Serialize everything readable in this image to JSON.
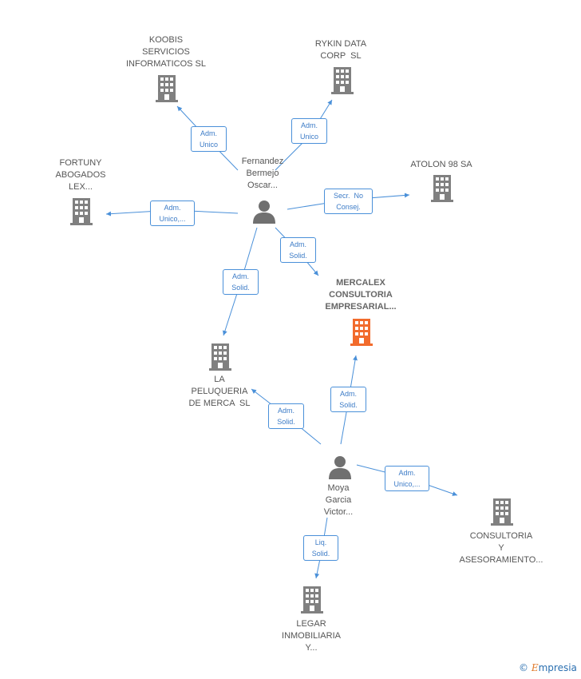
{
  "nodes": {
    "koobis": {
      "label": "KOOBIS\nSERVICIOS\nINFORMATICOS SL",
      "kind": "company"
    },
    "rykin": {
      "label": "RYKIN DATA\nCORP  SL",
      "kind": "company"
    },
    "fortuny": {
      "label": "FORTUNY\nABOGADOS\nLEX...",
      "kind": "company"
    },
    "atolon": {
      "label": "ATOLON 98 SA",
      "kind": "company"
    },
    "fernandez": {
      "label": "Fernandez\nBermejo\nOscar...",
      "kind": "person"
    },
    "mercalex": {
      "label": "MERCALEX\nCONSULTORIA\nEMPRESARIAL...",
      "kind": "company-focus"
    },
    "peluqueria": {
      "label": "LA\nPELUQUERIA\nDE MERCA  SL",
      "kind": "company"
    },
    "moya": {
      "label": "Moya\nGarcia\nVictor...",
      "kind": "person"
    },
    "consultoria": {
      "label": "CONSULTORIA\nY\nASESORAMIENTO...",
      "kind": "company"
    },
    "legar": {
      "label": "LEGAR\nINMOBILIARIA\nY...",
      "kind": "company"
    }
  },
  "edges": {
    "e1": {
      "label": "Adm.\nUnico"
    },
    "e2": {
      "label": "Adm.\nUnico"
    },
    "e3": {
      "label": "Adm.\nUnico,..."
    },
    "e4": {
      "label": "Secr.  No\nConsej."
    },
    "e5": {
      "label": "Adm.\nSolid."
    },
    "e6": {
      "label": "Adm.\nSolid."
    },
    "e7": {
      "label": "Adm.\nSolid."
    },
    "e8": {
      "label": "Adm.\nSolid."
    },
    "e9": {
      "label": "Adm.\nUnico,..."
    },
    "e10": {
      "label": "Liq.\nSolid."
    }
  },
  "colors": {
    "company": "#808080",
    "focus": "#f26b2c",
    "person": "#707070",
    "link": "#4a90d9"
  },
  "watermark": {
    "symbol": "©",
    "brand_initial": "E",
    "brand_rest": "mpresia"
  }
}
